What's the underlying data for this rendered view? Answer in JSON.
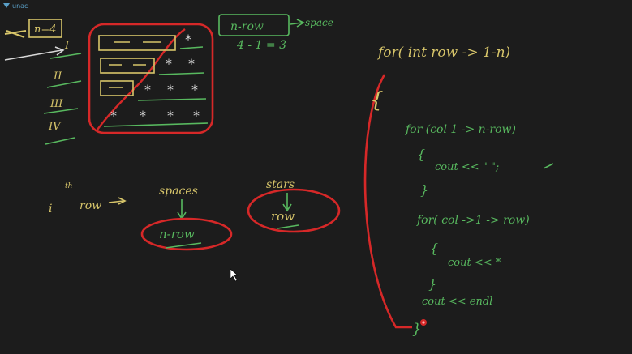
{
  "app": {
    "logo_text": "unac"
  },
  "pattern_box": {
    "label_n": "n=4",
    "row_labels": [
      "I",
      "II",
      "III",
      "IV"
    ],
    "stars": [
      [
        "*"
      ],
      [
        "*",
        "*"
      ],
      [
        "*",
        "*",
        "*"
      ],
      [
        "*",
        "*",
        "*",
        "*"
      ]
    ],
    "spaces_note": "n-row",
    "spaces_arrow": "space",
    "example": "4 - 1 = 3"
  },
  "explanation": {
    "row_prefix": "i",
    "row_superscript": "th",
    "row_word": "row",
    "spaces_label": "spaces",
    "spaces_value": "n-row",
    "stars_label": "stars",
    "stars_value": "row"
  },
  "code": {
    "outer_loop": "for( int row -> 1-n)",
    "open_brace": "{",
    "inner_loop_1": "for (col 1 -> n-row)",
    "inner_brace_1_open": "{",
    "inner_body_1": "cout << \" \";",
    "inner_brace_1_close": "}",
    "inner_loop_2": "for( col ->1 -> row)",
    "inner_brace_2_open": "{",
    "inner_body_2": "cout << *",
    "inner_brace_2_close": "}",
    "endl_stmt": "cout << endl",
    "close_brace": "}"
  },
  "colors": {
    "background": "#1c1c1c",
    "red": "#d62828",
    "yellow": "#d7c56a",
    "green": "#58b95f",
    "white": "#d8d8d8"
  }
}
